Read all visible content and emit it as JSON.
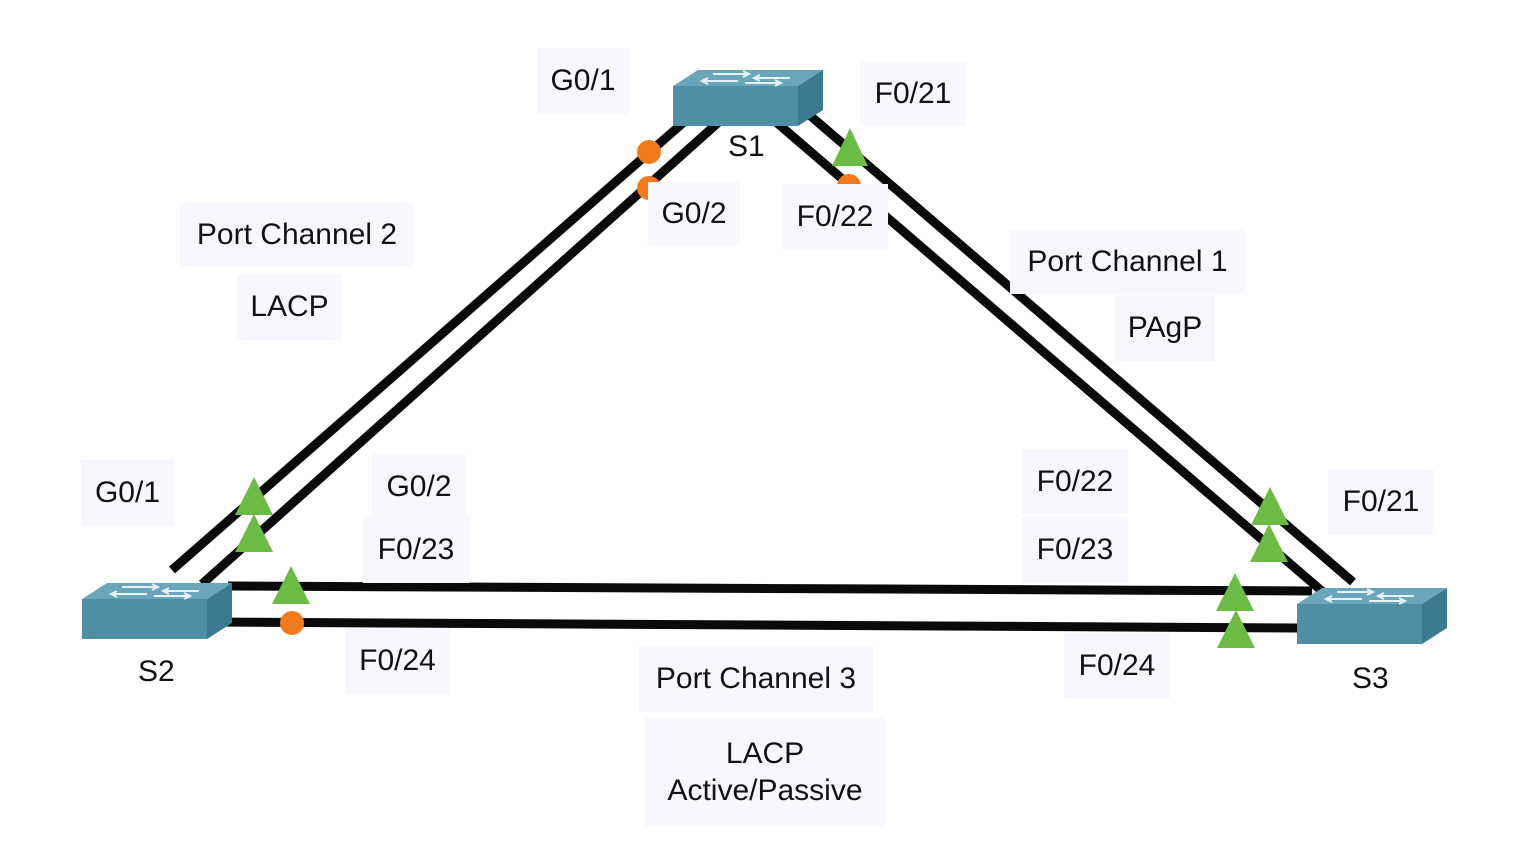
{
  "colors": {
    "link": "#0a0a0a",
    "switch_top": "#6aa6bb",
    "switch_front": "#4f8fa5",
    "switch_side": "#3b7a90",
    "status_up": "#6cbb45",
    "status_blocked": "#f07a1c",
    "label_bg": "#f7f8fd"
  },
  "devices": [
    {
      "id": "s1",
      "name": "S1",
      "icon": "switch-icon"
    },
    {
      "id": "s2",
      "name": "S2",
      "icon": "switch-icon"
    },
    {
      "id": "s3",
      "name": "S3",
      "icon": "switch-icon"
    }
  ],
  "links": [
    {
      "from": "S1",
      "from_port": "G0/1",
      "to": "S2",
      "to_port": "G0/1",
      "from_status": "blocked",
      "to_status": "up"
    },
    {
      "from": "S1",
      "from_port": "G0/2",
      "to": "S2",
      "to_port": "G0/2",
      "from_status": "blocked",
      "to_status": "up"
    },
    {
      "from": "S1",
      "from_port": "F0/21",
      "to": "S3",
      "to_port": "F0/21",
      "from_status": "up",
      "to_status": "up"
    },
    {
      "from": "S1",
      "from_port": "F0/22",
      "to": "S3",
      "to_port": "F0/22",
      "from_status": "blocked",
      "to_status": "up"
    },
    {
      "from": "S2",
      "from_port": "F0/23",
      "to": "S3",
      "to_port": "F0/23",
      "from_status": "up",
      "to_status": "up"
    },
    {
      "from": "S2",
      "from_port": "F0/24",
      "to": "S3",
      "to_port": "F0/24",
      "from_status": "blocked",
      "to_status": "up"
    }
  ],
  "port_labels": {
    "s1_g01": "G0/1",
    "s1_g02": "G0/2",
    "s1_f021": "F0/21",
    "s1_f022": "F0/22",
    "s2_g01": "G0/1",
    "s2_g02": "G0/2",
    "s2_f023": "F0/23",
    "s2_f024": "F0/24",
    "s3_f021": "F0/21",
    "s3_f022": "F0/22",
    "s3_f023": "F0/23",
    "s3_f024": "F0/24"
  },
  "channels": {
    "pc2": {
      "name": "Port Channel 2",
      "protocol": "LACP"
    },
    "pc1": {
      "name": "Port Channel 1",
      "protocol": "PAgP"
    },
    "pc3": {
      "name": "Port Channel 3",
      "protocol": "LACP",
      "mode": "Active/Passive"
    }
  }
}
